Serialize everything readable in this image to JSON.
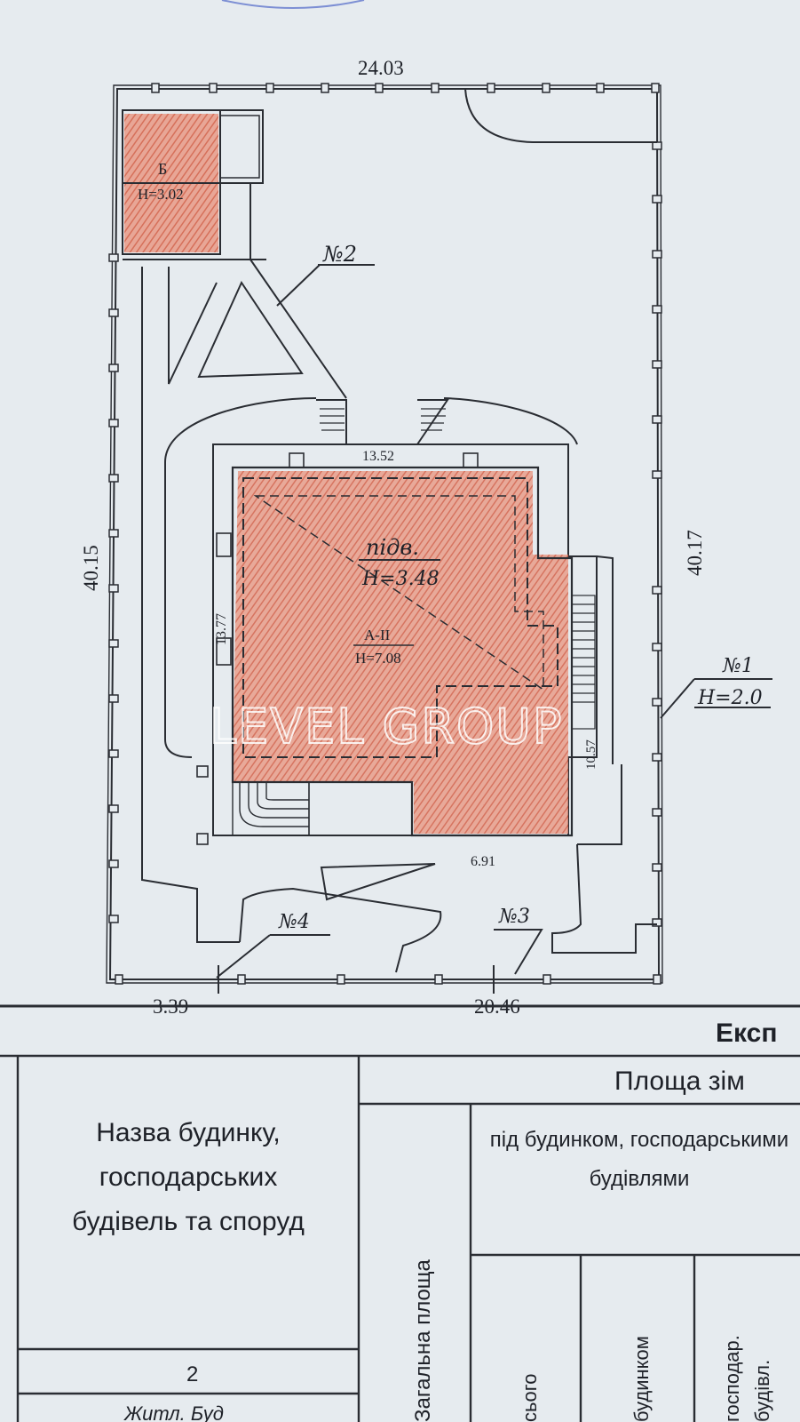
{
  "plan": {
    "dims": {
      "top": "24.03",
      "left": "40.15",
      "right": "40.17",
      "bottom_left": "3.39",
      "bottom_right": "20.46",
      "building_top": "13.52",
      "building_left": "13.77",
      "building_right": "10.57",
      "building_bottom": "6.91"
    },
    "building_b": {
      "name": "Б",
      "height": "Н=3.02"
    },
    "building_a": {
      "name": "А-ІІ",
      "height": "Н=7.08"
    },
    "basement": {
      "name": "підв.",
      "height": "Н=3.48"
    },
    "markers": {
      "n1": "№1",
      "n1_height": "Н=2.0",
      "n2": "№2",
      "n3": "№3",
      "n4": "№4"
    },
    "watermark": "LEVEL GROUP"
  },
  "table": {
    "title": "Експ",
    "area_header": "Площа зім",
    "col_name": "Назва будинку, господарських будівель та споруд",
    "col_total": "Загальна площа",
    "col_under": "під будинком, господарськими будівлями",
    "sub1": "сього",
    "sub2": "будинком",
    "sub3": "господар. будівл.",
    "row_num": "2",
    "row_first": "Житл. Буд"
  },
  "colors": {
    "paper": "#e6ebef",
    "ink": "#1e2128",
    "red_pencil": "#d8644a"
  }
}
